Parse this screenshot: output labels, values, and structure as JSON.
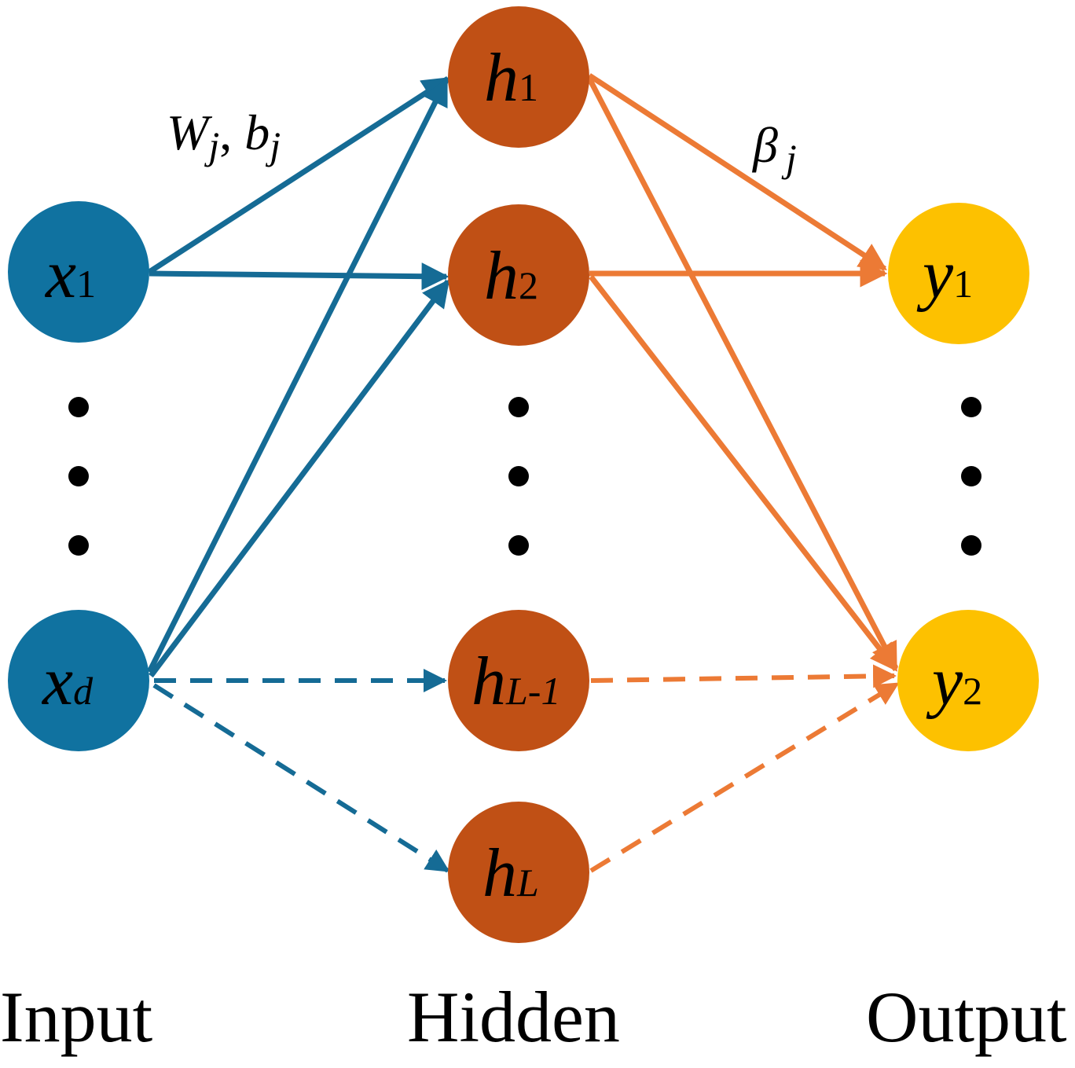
{
  "colors": {
    "input_node": "#1072A0",
    "hidden_node": "#C05015",
    "output_node": "#FDC100",
    "input_edge": "#156B95",
    "output_edge": "#EC7A35",
    "text": "#000000"
  },
  "layers": {
    "input": "Input",
    "hidden": "Hidden",
    "output": "Output"
  },
  "nodes": {
    "x1": {
      "main": "x",
      "sub": "1"
    },
    "xd": {
      "main": "x",
      "sub": "d"
    },
    "h1": {
      "main": "h",
      "sub": "1"
    },
    "h2": {
      "main": "h",
      "sub": "2"
    },
    "hL1": {
      "main": "h",
      "sub": "L-1"
    },
    "hL": {
      "main": "h",
      "sub": "L"
    },
    "y1": {
      "main": "y",
      "sub": "1"
    },
    "y2": {
      "main": "y",
      "sub": "2"
    }
  },
  "weights": {
    "input_hidden": {
      "w": "W",
      "w_sub": "j",
      "sep": ", ",
      "b": "b",
      "b_sub": "j"
    },
    "hidden_output": {
      "beta": "β",
      "beta_sub": "j"
    }
  }
}
